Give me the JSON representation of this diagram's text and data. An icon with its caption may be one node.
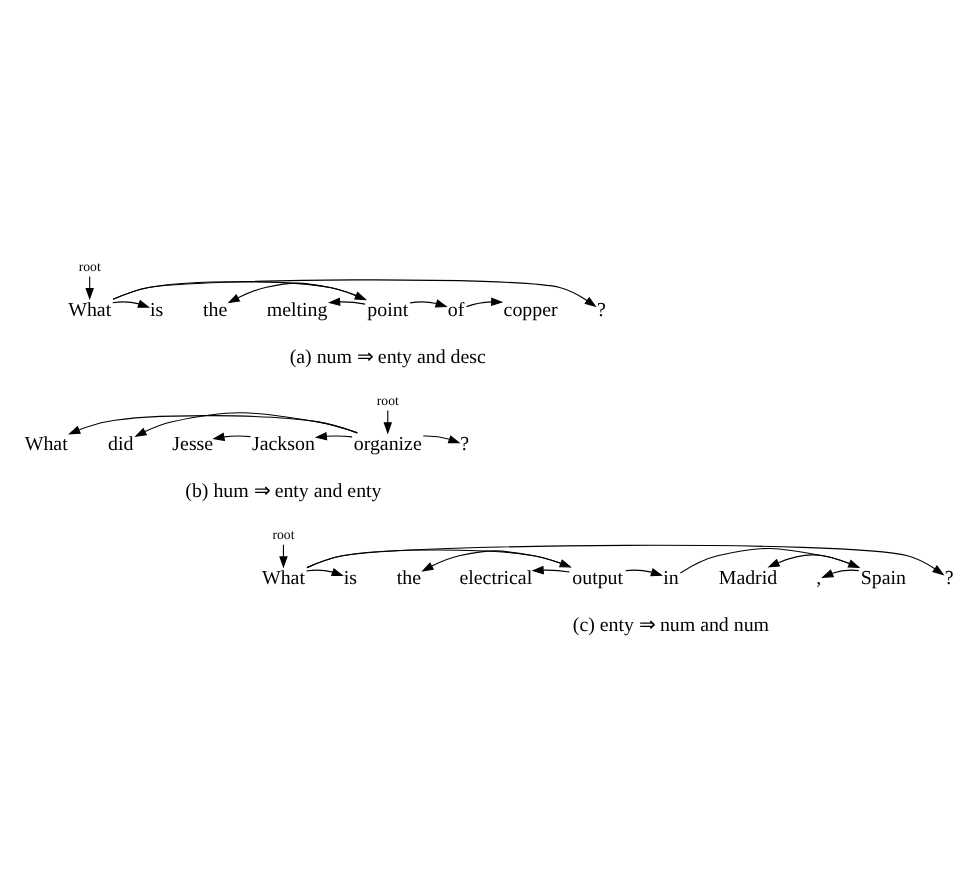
{
  "diagram": {
    "nodes": [
      {
        "text": [
          "root"
        ]
      },
      {
        "text": [
          "What"
        ]
      },
      {
        "text": [
          "is"
        ]
      },
      {
        "text": [
          "the"
        ]
      },
      {
        "text": [
          "melting"
        ]
      },
      {
        "text": [
          "point"
        ]
      },
      {
        "text": [
          "of"
        ]
      },
      {
        "text": [
          "copper"
        ]
      },
      {
        "text": [
          "?"
        ]
      },
      {
        "text": [
          "root"
        ]
      },
      {
        "text": [
          "What"
        ]
      },
      {
        "text": [
          "did"
        ]
      },
      {
        "text": [
          "Jesse"
        ]
      },
      {
        "text": [
          "Jackson"
        ]
      },
      {
        "text": [
          "organize"
        ]
      },
      {
        "text": [
          "?"
        ]
      },
      {
        "text": [
          "root"
        ]
      },
      {
        "text": [
          "What"
        ]
      },
      {
        "text": [
          "is"
        ]
      },
      {
        "text": [
          "the"
        ]
      },
      {
        "text": [
          "electrical"
        ]
      },
      {
        "text": [
          "output"
        ]
      },
      {
        "text": [
          "in"
        ]
      },
      {
        "text": [
          "Madrid"
        ]
      },
      {
        "text": [
          ","
        ]
      },
      {
        "text": [
          "Spain"
        ]
      },
      {
        "text": [
          "?"
        ]
      }
    ],
    "edges": [
      {
        "from": 0,
        "to": 1,
        "arrow": "to"
      },
      {
        "from": 1,
        "to": 2,
        "arrow": "to"
      },
      {
        "from": 1,
        "to": 5,
        "arrow": "to"
      },
      {
        "from": 1,
        "to": 8,
        "arrow": "to"
      },
      {
        "from": 5,
        "to": 3,
        "arrow": "to"
      },
      {
        "from": 5,
        "to": 4,
        "arrow": "to"
      },
      {
        "from": 5,
        "to": 6,
        "arrow": "to"
      },
      {
        "from": 6,
        "to": 7,
        "arrow": "to"
      },
      {
        "from": 9,
        "to": 14,
        "arrow": "to"
      },
      {
        "from": 14,
        "to": 10,
        "arrow": "to"
      },
      {
        "from": 14,
        "to": 11,
        "arrow": "to"
      },
      {
        "from": 14,
        "to": 13,
        "arrow": "to"
      },
      {
        "from": 13,
        "to": 12,
        "arrow": "to"
      },
      {
        "from": 14,
        "to": 15,
        "arrow": "to"
      },
      {
        "from": 16,
        "to": 17,
        "arrow": "to"
      },
      {
        "from": 17,
        "to": 18,
        "arrow": "to"
      },
      {
        "from": 17,
        "to": 21,
        "arrow": "to"
      },
      {
        "from": 17,
        "to": 26,
        "arrow": "to"
      },
      {
        "from": 21,
        "to": 19,
        "arrow": "to"
      },
      {
        "from": 21,
        "to": 20,
        "arrow": "to"
      },
      {
        "from": 21,
        "to": 22,
        "arrow": "to"
      },
      {
        "from": 22,
        "to": 25,
        "arrow": "to"
      },
      {
        "from": 25,
        "to": 23,
        "arrow": "to"
      },
      {
        "from": 25,
        "to": 24,
        "arrow": "to"
      }
    ],
    "labels": [
      "(a) num ⇒ enty and desc",
      "(b) hum ⇒ enty and enty",
      "(c) enty ⇒ num and num"
    ]
  }
}
